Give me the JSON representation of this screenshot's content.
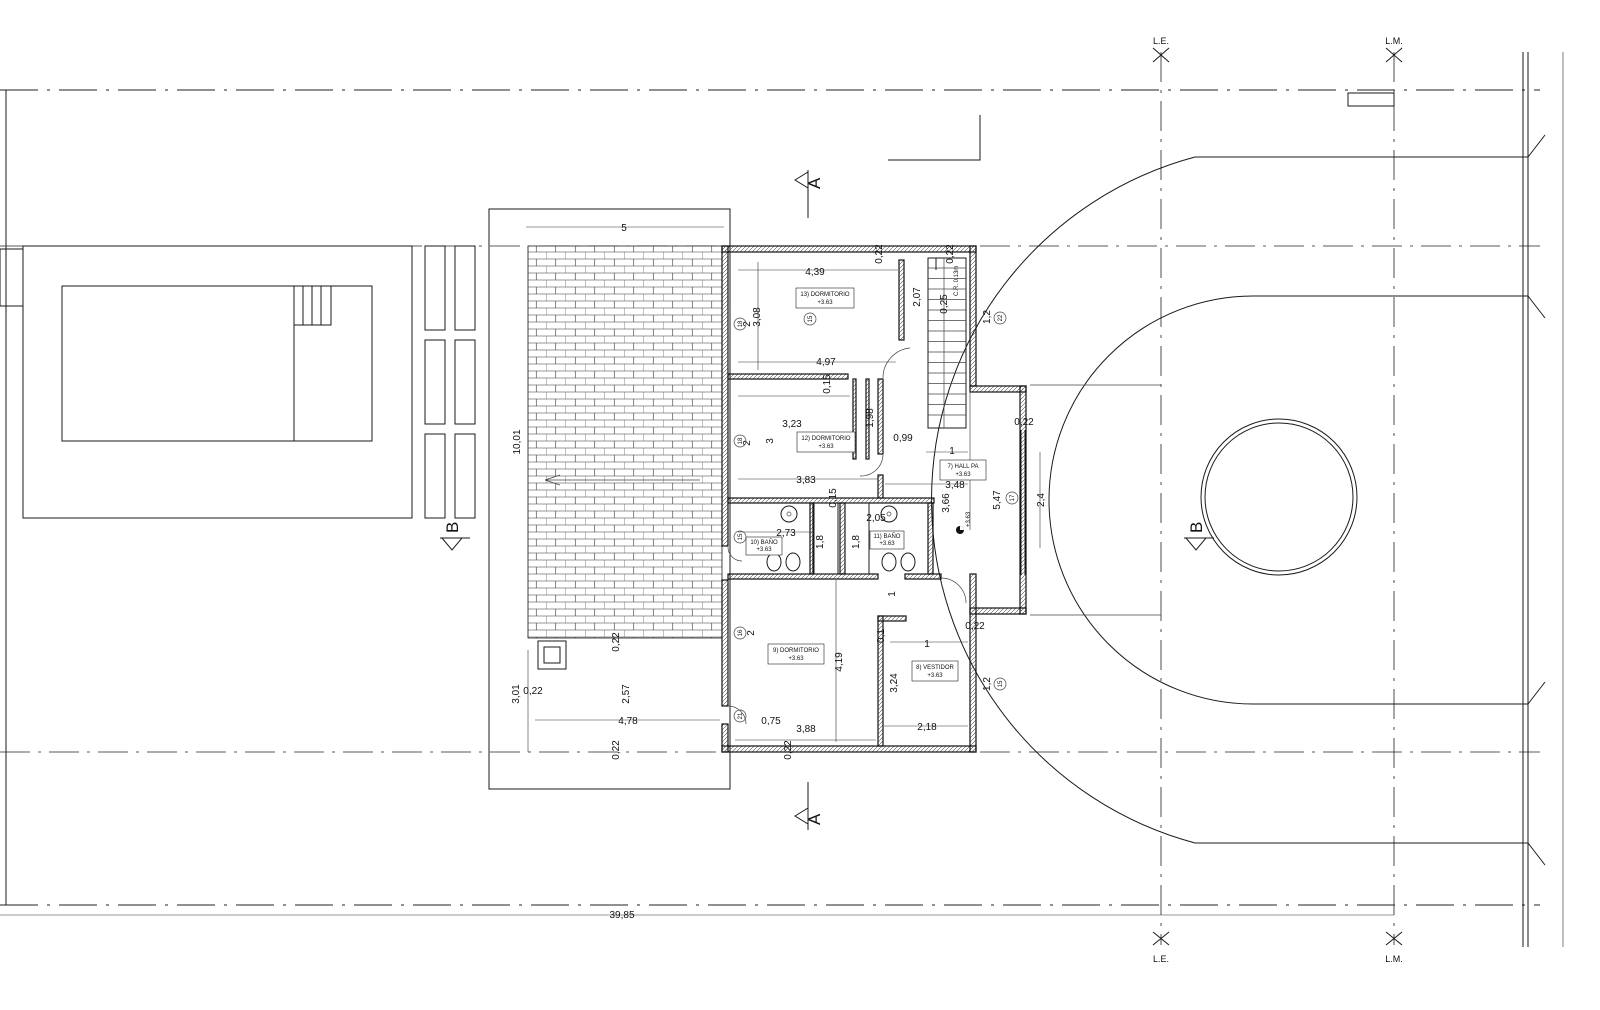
{
  "plan": {
    "property_line_labels": {
      "le": "L.E.",
      "lm": "L.M."
    },
    "section_labels": {
      "a": "A",
      "b": "B"
    },
    "rooms": [
      {
        "name": "13) DORMITORIO",
        "level": "+3.63"
      },
      {
        "name": "12) DORMITORIO",
        "level": "+3.63"
      },
      {
        "name": "7) HALL PA",
        "level": "+3.63"
      },
      {
        "name": "10) BAÑO",
        "level": "+3.63"
      },
      {
        "name": "11) BAÑO",
        "level": "+3.63"
      },
      {
        "name": "9) DORMITORIO",
        "level": "+3.63"
      },
      {
        "name": "8) VESTIDOR",
        "level": "+3.63"
      }
    ],
    "hall_level": "+3.63",
    "stair_note": "C.R. 0.13m",
    "dimensions": {
      "d5": "5",
      "d439": "4,39",
      "d022a": "0,22",
      "d022b": "0,22",
      "d308": "3,08",
      "d2a": "2",
      "d207": "2,07",
      "d025": "0,25",
      "d12a": "1,2",
      "d497": "4,97",
      "d015a": "0,15",
      "d323": "3,23",
      "d198": "1,98",
      "d2b": "2",
      "d3": "3",
      "d099": "0,99",
      "d1a": "1",
      "d022c": "0,22",
      "d383": "3,83",
      "d348": "3,48",
      "d1001": "10,01",
      "d015b": "0,15",
      "d273": "2,73",
      "d18a": "1,8",
      "d18b": "1,8",
      "d205": "2,05",
      "d366": "3,66",
      "d547": "5,47",
      "d24": "2,4",
      "d1b": "1",
      "d2c": "2",
      "d419": "4,19",
      "d01": "0,1",
      "d1c": "1",
      "d022d": "0,22",
      "d324": "3,24",
      "d12b": "1,2",
      "d022e": "0,22",
      "d301": "3,01",
      "d022f": "0,22",
      "d257": "2,57",
      "d478": "4,78",
      "d075": "0,75",
      "d388": "3,88",
      "d218": "2,18",
      "d022g": "0,22",
      "d022h": "0,22",
      "d3985": "39,85"
    },
    "markers": {
      "m15a": "15",
      "m15b": "15",
      "m15c": "15",
      "m15d": "15",
      "m16": "16",
      "m17": "17",
      "m18a": "18",
      "m18b": "18",
      "m21": "21",
      "m22": "22"
    }
  }
}
